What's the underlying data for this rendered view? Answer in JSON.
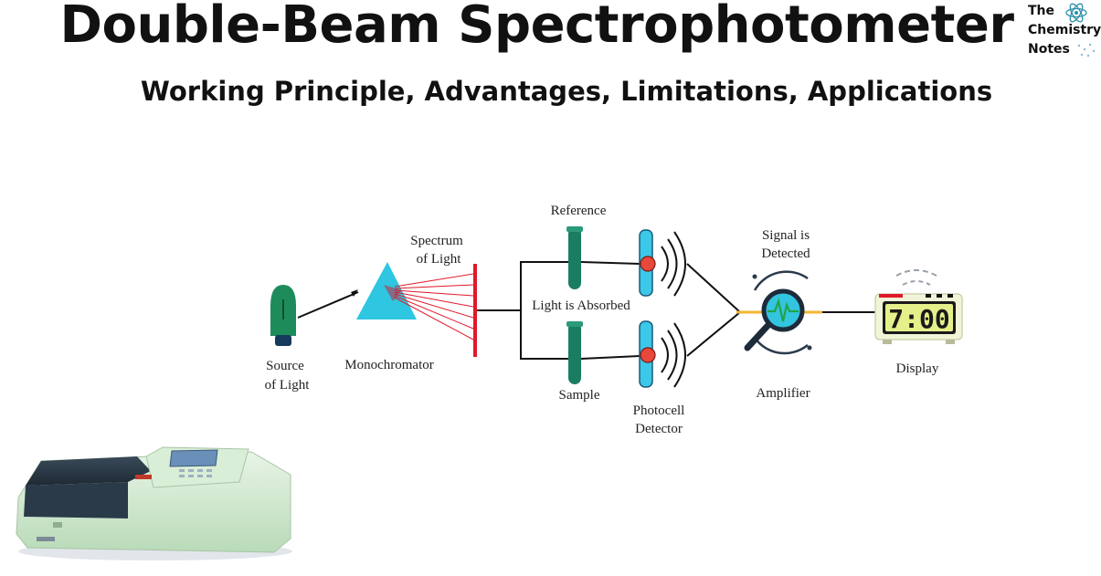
{
  "header": {
    "title": "Double-Beam Spectrophotometer",
    "subtitle": "Working Principle, Advantages, Limitations, Applications"
  },
  "logo": {
    "line1": "The",
    "line2": "Chemistry",
    "line3": "Notes",
    "icon": "atom-icon"
  },
  "diagram": {
    "source_label_1": "Source",
    "source_label_2": "of Light",
    "monochromator_label": "Monochromator",
    "spectrum_label_1": "Spectrum",
    "spectrum_label_2": "of Light",
    "reference_label": "Reference",
    "absorbed_label": "Light is Absorbed",
    "sample_label": "Sample",
    "photocell_label_1": "Photocell",
    "photocell_label_2": "Detector",
    "signal_label_1": "Signal is",
    "signal_label_2": "Detected",
    "amplifier_label": "Amplifier",
    "display_label": "Display",
    "display_value": "7:00"
  },
  "colors": {
    "lamp": "#1e8c5a",
    "prism": "#2ec6e0",
    "grating": "#e0192a",
    "tube": "#1a7d63",
    "detector": "#3cc8e8",
    "photocell_dot": "#e8483a",
    "amplifier_ring": "#33c4df",
    "wave": "#22a34a",
    "clock_screen": "#e6f08a"
  }
}
